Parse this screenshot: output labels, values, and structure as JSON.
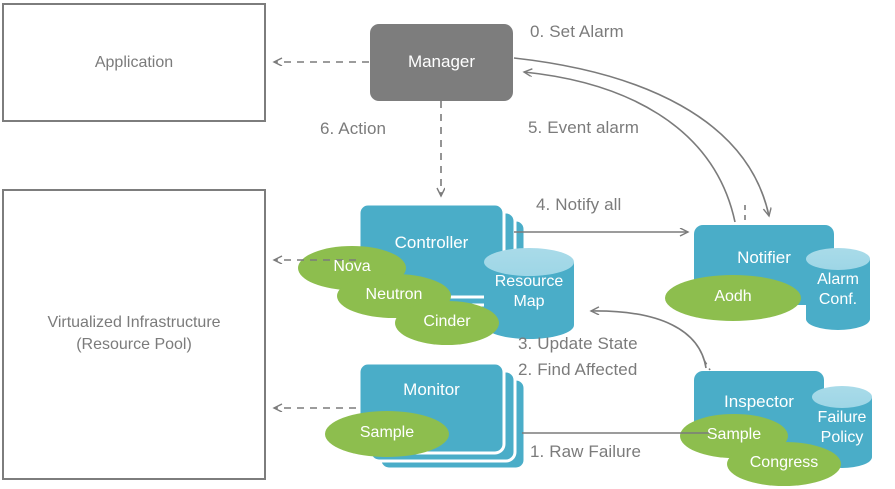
{
  "diagram": {
    "title": "OPNFV Doctor alarm / failure notification flow",
    "colors": {
      "blue": "#4aadc8",
      "blue_top": "#9ed6e6",
      "green": "#8dbe4e",
      "gray": "#7d7d7d",
      "line": "#7b7b7b",
      "text_gray": "#7b7b7b",
      "white": "#ffffff"
    },
    "plain_boxes": [
      {
        "name": "application",
        "label": "Application"
      },
      {
        "name": "virtualized-infrastructure",
        "label": "Virtualized  Infrastructure\n(Resource Pool)",
        "line1": "Virtualized  Infrastructure",
        "line2": "(Resource Pool)"
      }
    ],
    "manager_box": {
      "name": "manager",
      "label": "Manager"
    },
    "component_stacks": [
      {
        "name": "controller",
        "label": "Controller",
        "layers": 3,
        "tags": [
          "Nova",
          "Neutron",
          "Cinder"
        ]
      },
      {
        "name": "monitor",
        "label": "Monitor",
        "layers": 3,
        "tags": [
          "Sample"
        ]
      },
      {
        "name": "notifier",
        "label": "Notifier",
        "layers": 1,
        "tags": [
          "Aodh"
        ]
      },
      {
        "name": "inspector",
        "label": "Inspector",
        "layers": 1,
        "tags": [
          "Sample",
          "Congress"
        ]
      }
    ],
    "datastores": [
      {
        "name": "resource-map",
        "line1": "Resource",
        "line2": "Map"
      },
      {
        "name": "alarm-conf",
        "line1": "Alarm",
        "line2": "Conf."
      },
      {
        "name": "failure-policy",
        "line1": "Failure",
        "line2": "Policy"
      }
    ],
    "flow_labels": [
      {
        "name": "flow-0-set-alarm",
        "label": "0. Set Alarm"
      },
      {
        "name": "flow-1-raw-failure",
        "label": "1. Raw Failure"
      },
      {
        "name": "flow-2-find-affected",
        "label": "2. Find Affected"
      },
      {
        "name": "flow-3-update-state",
        "label": "3. Update State"
      },
      {
        "name": "flow-4-notify-all",
        "label": "4. Notify all"
      },
      {
        "name": "flow-5-event-alarm",
        "label": "5. Event alarm"
      },
      {
        "name": "flow-6-action",
        "label": "6. Action"
      }
    ],
    "ellipse_tags": [
      {
        "name": "tag-nova",
        "label": "Nova"
      },
      {
        "name": "tag-neutron",
        "label": "Neutron"
      },
      {
        "name": "tag-cinder",
        "label": "Cinder"
      },
      {
        "name": "tag-sample-monitor",
        "label": "Sample"
      },
      {
        "name": "tag-aodh",
        "label": "Aodh"
      },
      {
        "name": "tag-sample-inspector",
        "label": "Sample"
      },
      {
        "name": "tag-congress",
        "label": "Congress"
      }
    ]
  }
}
